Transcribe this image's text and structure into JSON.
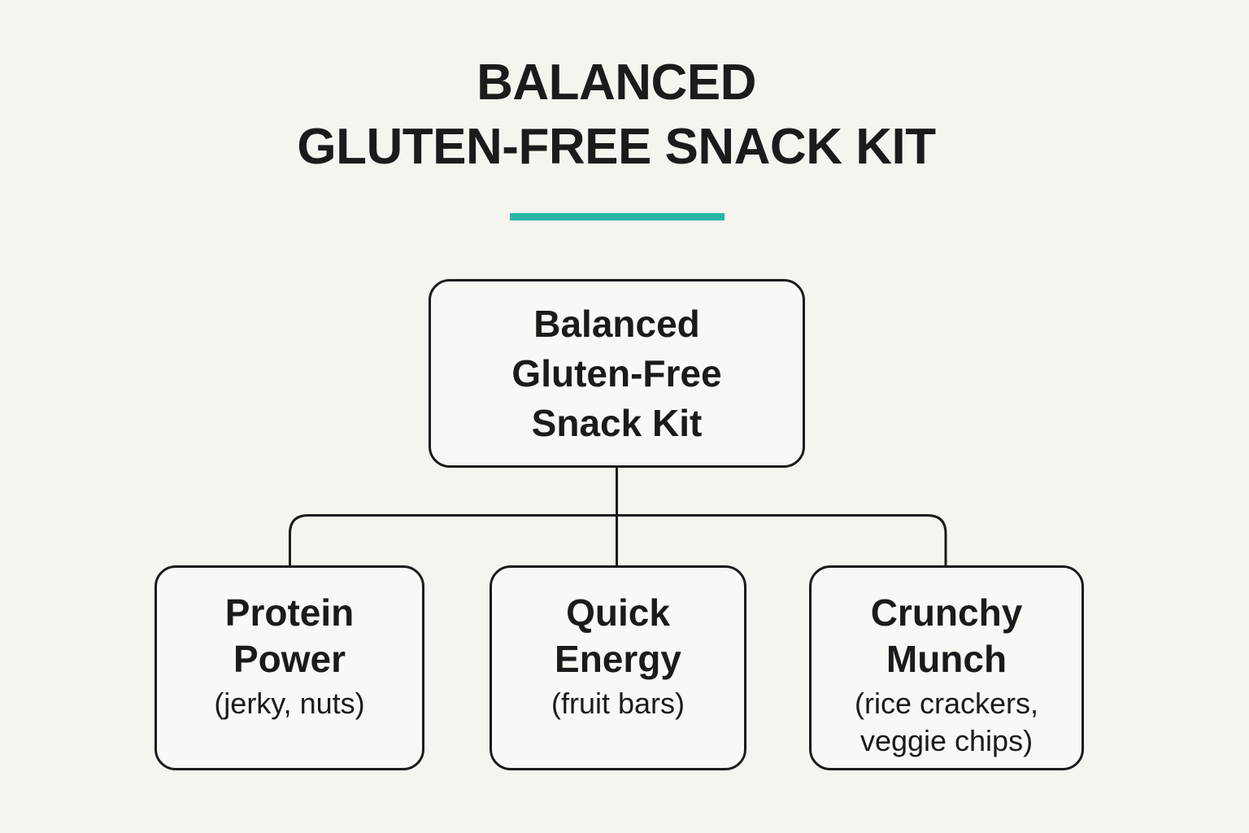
{
  "colors": {
    "background": "#f5f4ef",
    "node_fill": "#f9f8f4",
    "ink": "#1b1b1b",
    "accent": "#29b6a6"
  },
  "title": "BALANCED\nGLUTEN-FREE SNACK KIT",
  "diagram": {
    "root_node": {
      "label": "Balanced\nGluten-Free\nSnack Kit"
    },
    "child_nodes": [
      {
        "title": "Protein\nPower",
        "subtitle": "(jerky, nuts)"
      },
      {
        "title": "Quick\nEnergy",
        "subtitle": "(fruit bars)"
      },
      {
        "title": "Crunchy\nMunch",
        "subtitle": "(rice crackers, veggie chips)"
      }
    ]
  }
}
